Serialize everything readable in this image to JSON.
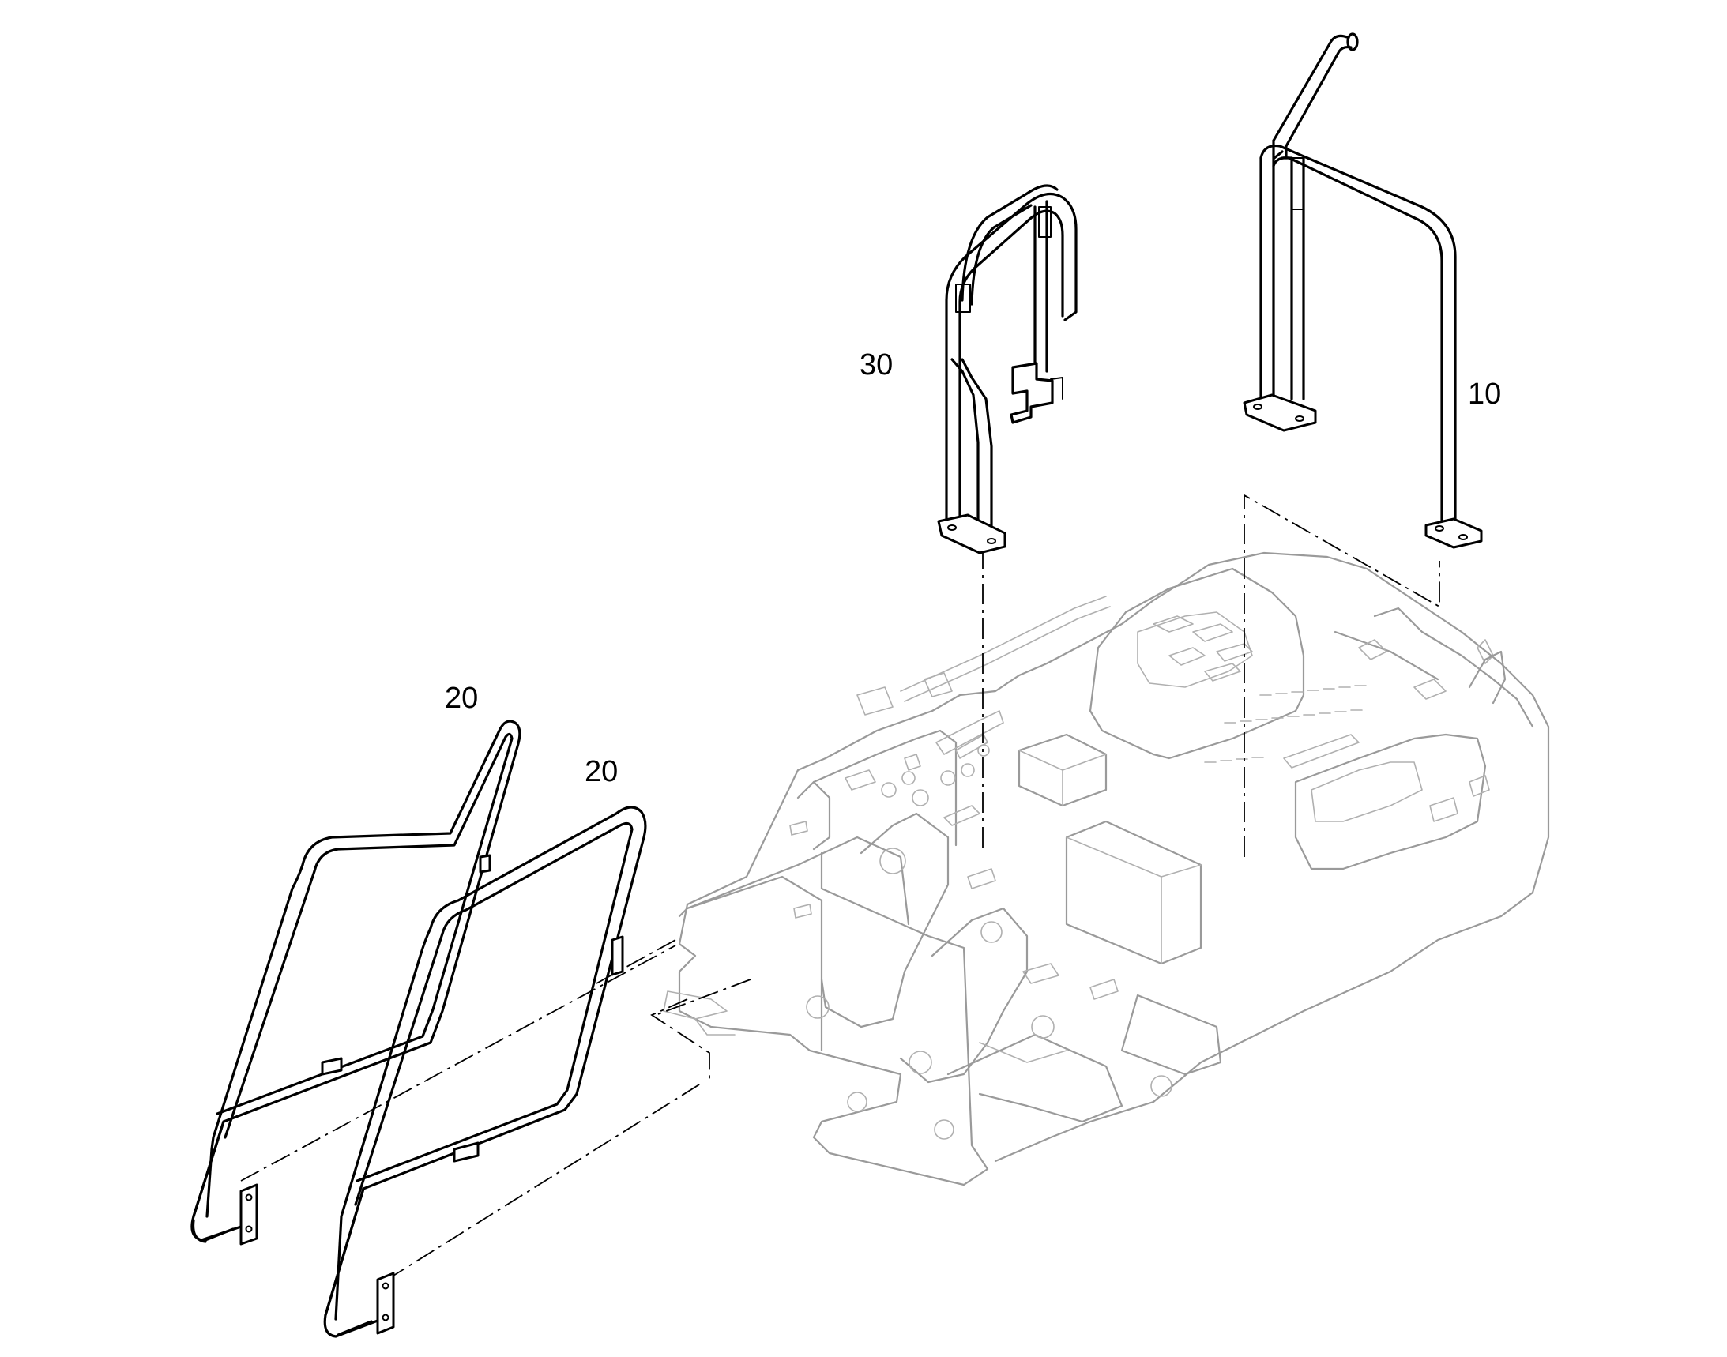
{
  "callouts": {
    "part_10": "10",
    "part_20_left": "20",
    "part_20_right": "20",
    "part_30": "30"
  },
  "colors": {
    "linework": "#000000",
    "base_machine": "#9a9a9a",
    "background": "#ffffff"
  }
}
